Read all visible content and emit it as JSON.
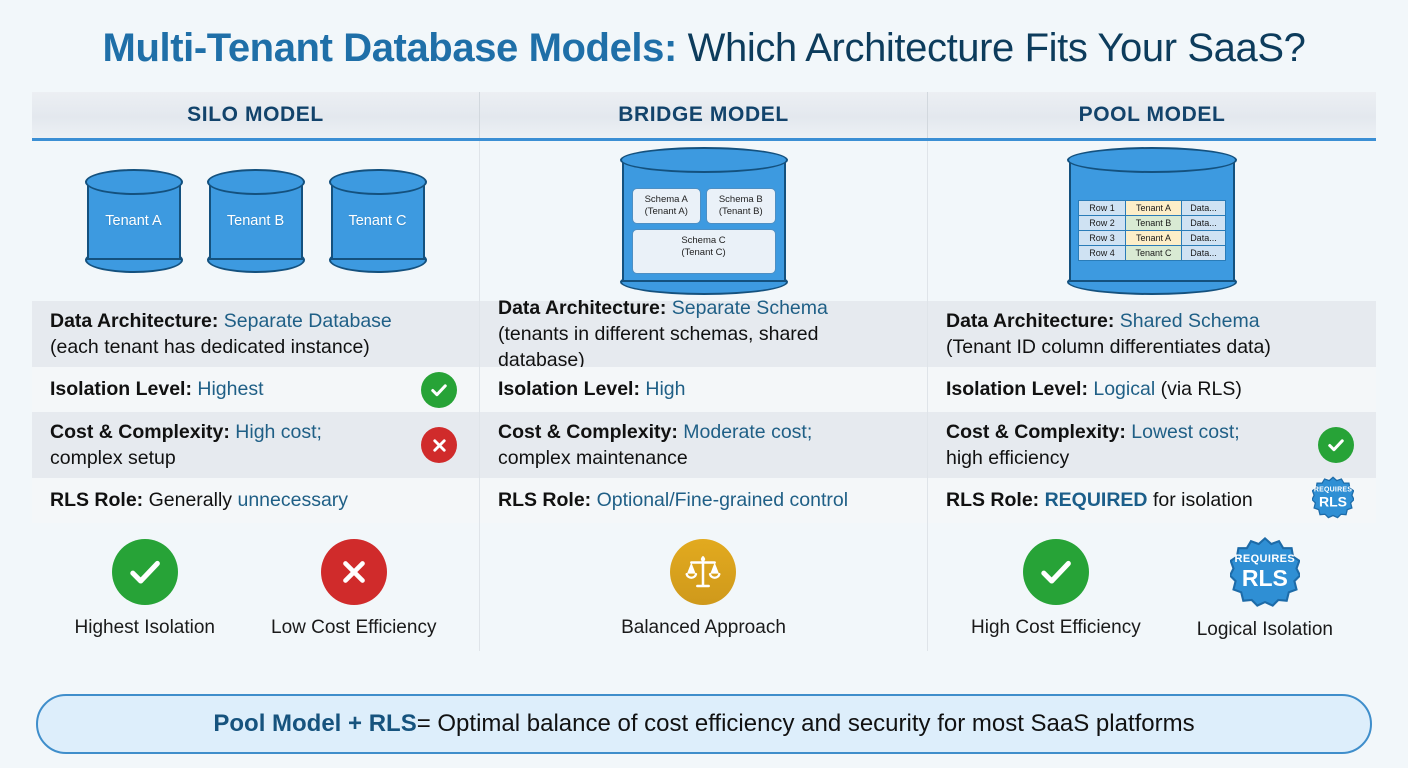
{
  "title": {
    "part_a": "Multi-Tenant Database Models:",
    "part_b": " Which Architecture Fits Your SaaS?"
  },
  "columns": [
    {
      "header": "SILO MODEL"
    },
    {
      "header": "BRIDGE MODEL"
    },
    {
      "header": "POOL MODEL"
    }
  ],
  "silo_diagram": {
    "cylinders": [
      "Tenant A",
      "Tenant B",
      "Tenant C"
    ]
  },
  "bridge_diagram": {
    "schema_a": "Schema A",
    "schema_a_sub": "(Tenant A)",
    "schema_b": "Schema B",
    "schema_b_sub": "(Tenant B)",
    "schema_c": "Schema C",
    "schema_c_sub": "(Tenant C)"
  },
  "pool_diagram": {
    "rows": [
      {
        "row": "Row 1",
        "tenant": "Tenant A",
        "data": "Data..."
      },
      {
        "row": "Row 2",
        "tenant": "Tenant B",
        "data": "Data..."
      },
      {
        "row": "Row 3",
        "tenant": "Tenant A",
        "data": "Data..."
      },
      {
        "row": "Row 4",
        "tenant": "Tenant C",
        "data": "Data..."
      }
    ]
  },
  "silo": {
    "arch_label": "Data Architecture:",
    "arch_value": " Separate Database",
    "arch_note": "(each tenant has dedicated instance)",
    "iso_label": "Isolation Level:",
    "iso_value": " Highest",
    "cost_label": "Cost & Complexity:",
    "cost_value": " High cost;",
    "cost_note": "complex setup",
    "rls_label": "RLS Role:",
    "rls_plain": " Generally ",
    "rls_value": "unnecessary"
  },
  "bridge": {
    "arch_label": "Data Architecture:",
    "arch_value": " Separate Schema",
    "arch_note": "(tenants in different schemas, shared database)",
    "iso_label": "Isolation Level:",
    "iso_value": " High",
    "cost_label": "Cost & Complexity:",
    "cost_value": " Moderate cost;",
    "cost_note": "complex maintenance",
    "rls_label": "RLS Role:",
    "rls_value": " Optional/Fine-grained control"
  },
  "pool": {
    "arch_label": "Data Architecture:",
    "arch_value": " Shared Schema",
    "arch_note": "(Tenant ID column differentiates data)",
    "iso_label": "Isolation Level:",
    "iso_value": " Logical",
    "iso_note": " (via RLS)",
    "cost_label": "Cost & Complexity:",
    "cost_value": " Lowest cost;",
    "cost_note": "high efficiency",
    "rls_label": "RLS Role:",
    "rls_value": " REQUIRED",
    "rls_note": " for isolation"
  },
  "badge": {
    "top": "REQUIRES",
    "bottom": "RLS"
  },
  "summary": {
    "silo": [
      {
        "icon": "check-circle-icon",
        "label": "Highest Isolation"
      },
      {
        "icon": "x-circle-icon",
        "label": "Low Cost Efficiency"
      }
    ],
    "bridge": [
      {
        "icon": "balance-scale-icon",
        "label": "Balanced Approach"
      }
    ],
    "pool": [
      {
        "icon": "check-circle-icon",
        "label": "High Cost Efficiency"
      },
      {
        "icon": "requires-rls-badge-icon",
        "label": "Logical Isolation"
      }
    ]
  },
  "footer": {
    "part_a": "Pool Model + RLS",
    "part_b": " = Optimal balance of cost efficiency and security for most SaaS platforms"
  },
  "colors": {
    "title_primary": "#1f6fa8",
    "title_secondary": "#0d3c5c",
    "accent_blue": "#3b8fd4",
    "cylinder_fill": "#3d9ae0",
    "cylinder_stroke": "#14517e",
    "green": "#27a337",
    "red": "#d02b2b",
    "gold": "#d9a41d",
    "value_text": "#1f5f86",
    "page_bg": "#f2f7fa",
    "row_alt": "#e6eaef"
  }
}
